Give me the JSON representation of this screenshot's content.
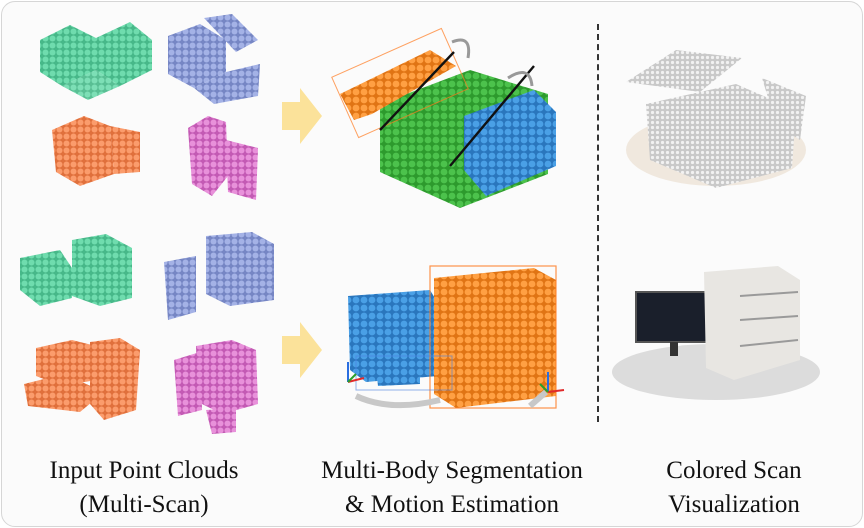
{
  "captions": {
    "input_line1": "Input Point Clouds",
    "input_line2": "(Multi-Scan)",
    "seg_line1": "Multi-Body Segmentation",
    "seg_line2": "& Motion Estimation",
    "scan_line1": "Colored Scan",
    "scan_line2": "Visualization"
  },
  "colors": {
    "teal": "#5ccfa0",
    "lilac": "#8f9fd6",
    "orange": "#f48a55",
    "pink": "#d873c8",
    "green": "#3fae3f",
    "blue": "#3a8fd6",
    "seg_orange": "#f28a2e",
    "arrow_yellow": "#fbe29a"
  },
  "icons": [
    "flow-arrow-icon",
    "rotation-arrow-icon",
    "axes-icon"
  ]
}
